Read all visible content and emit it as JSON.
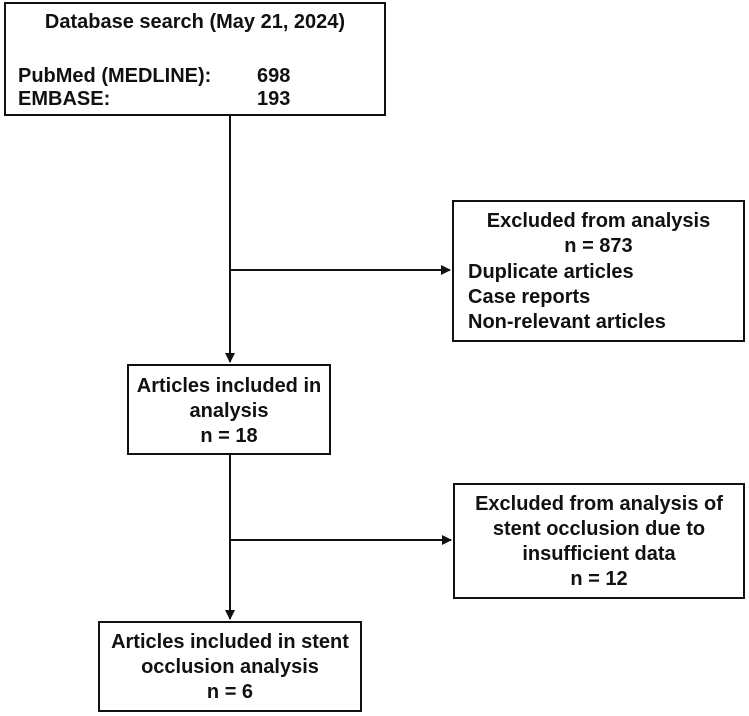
{
  "search": {
    "title": "Database search (May 21, 2024)",
    "sources": [
      {
        "name": "PubMed (MEDLINE):",
        "count": "698"
      },
      {
        "name": "EMBASE:",
        "count": "193"
      }
    ]
  },
  "excluded_1": {
    "title": "Excluded from analysis",
    "count": "n = 873",
    "reasons": [
      "Duplicate articles",
      "Case reports",
      "Non-relevant articles"
    ]
  },
  "included": {
    "lines": [
      "Articles included in",
      "analysis",
      "n = 18"
    ]
  },
  "excluded_2": {
    "lines": [
      "Excluded from analysis of",
      "stent occlusion due to",
      "insufficient data",
      "n = 12"
    ]
  },
  "stent": {
    "lines": [
      "Articles included in stent",
      "occlusion analysis",
      "n = 6"
    ]
  },
  "colors": {
    "line": "#111111",
    "box_border": "#111111",
    "background": "#ffffff"
  }
}
